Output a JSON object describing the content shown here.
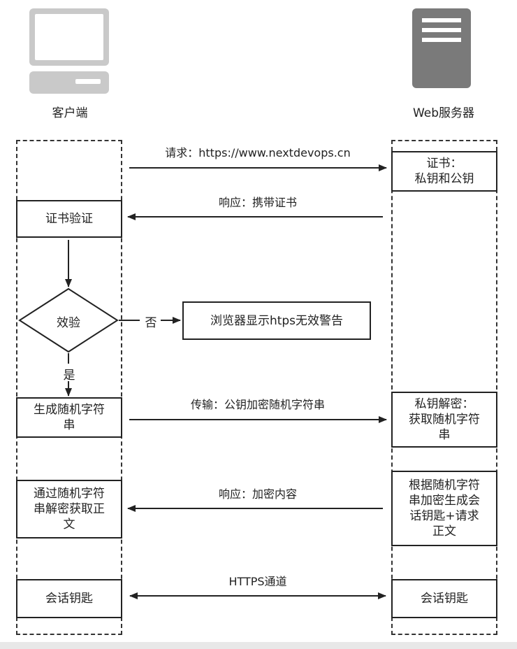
{
  "actors": {
    "client": {
      "label": "客户端",
      "icon": "desktop-computer-icon"
    },
    "server": {
      "label": "Web服务器",
      "icon": "server-icon"
    }
  },
  "messages": {
    "request": "请求：https://www.nextdevops.cn",
    "response_cert": "响应：携带证书",
    "decision_no": "否",
    "decision_yes": "是",
    "transfer": "传输：公钥加密随机字符串",
    "response_content": "响应：加密内容",
    "https_channel": "HTTPS通道"
  },
  "client_steps": {
    "cert_verify": "证书验证",
    "check": "效验",
    "gen_random": "生成随机字符\n串",
    "decrypt_body": "通过随机字符\n串解密获取正\n文",
    "session_key": "会话钥匙"
  },
  "server_steps": {
    "certificate": "证书：\n私钥和公钥",
    "private_decrypt": "私钥解密：\n获取随机字符\n串",
    "encrypt_body": "根据随机字符\n串加密生成会\n话钥匙+请求\n正文",
    "session_key": "会话钥匙"
  },
  "browser_warning": "浏览器显示htps无效警告",
  "colors": {
    "line": "#222222",
    "icon_light": "#d9d9d9",
    "icon_dark": "#7a7a7a"
  }
}
